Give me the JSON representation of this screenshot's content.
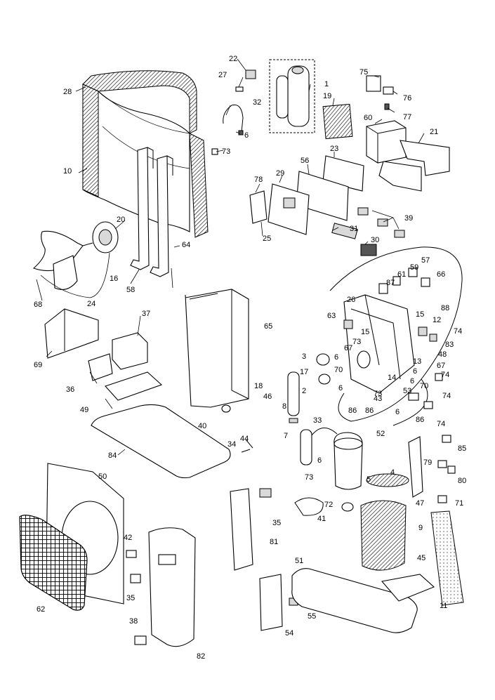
{
  "diagram": {
    "type": "exploded-parts-diagram",
    "part_numbers": [
      "1",
      "2",
      "3",
      "4",
      "5",
      "6",
      "7",
      "8",
      "9",
      "10",
      "11",
      "12",
      "13",
      "14",
      "15",
      "16",
      "17",
      "18",
      "19",
      "20",
      "21",
      "22",
      "23",
      "24",
      "25",
      "26",
      "27",
      "28",
      "29",
      "30",
      "31",
      "32",
      "33",
      "34",
      "35",
      "36",
      "37",
      "38",
      "39",
      "40",
      "41",
      "42",
      "43",
      "44",
      "45",
      "46",
      "47",
      "48",
      "49",
      "50",
      "51",
      "52",
      "53",
      "54",
      "55",
      "56",
      "57",
      "58",
      "59",
      "60",
      "61",
      "62",
      "63",
      "64",
      "65",
      "66",
      "67",
      "68",
      "69",
      "70",
      "71",
      "72",
      "73",
      "74",
      "75",
      "76",
      "77",
      "78",
      "79",
      "80",
      "81",
      "82",
      "83",
      "84",
      "85",
      "86",
      "87",
      "88"
    ]
  }
}
